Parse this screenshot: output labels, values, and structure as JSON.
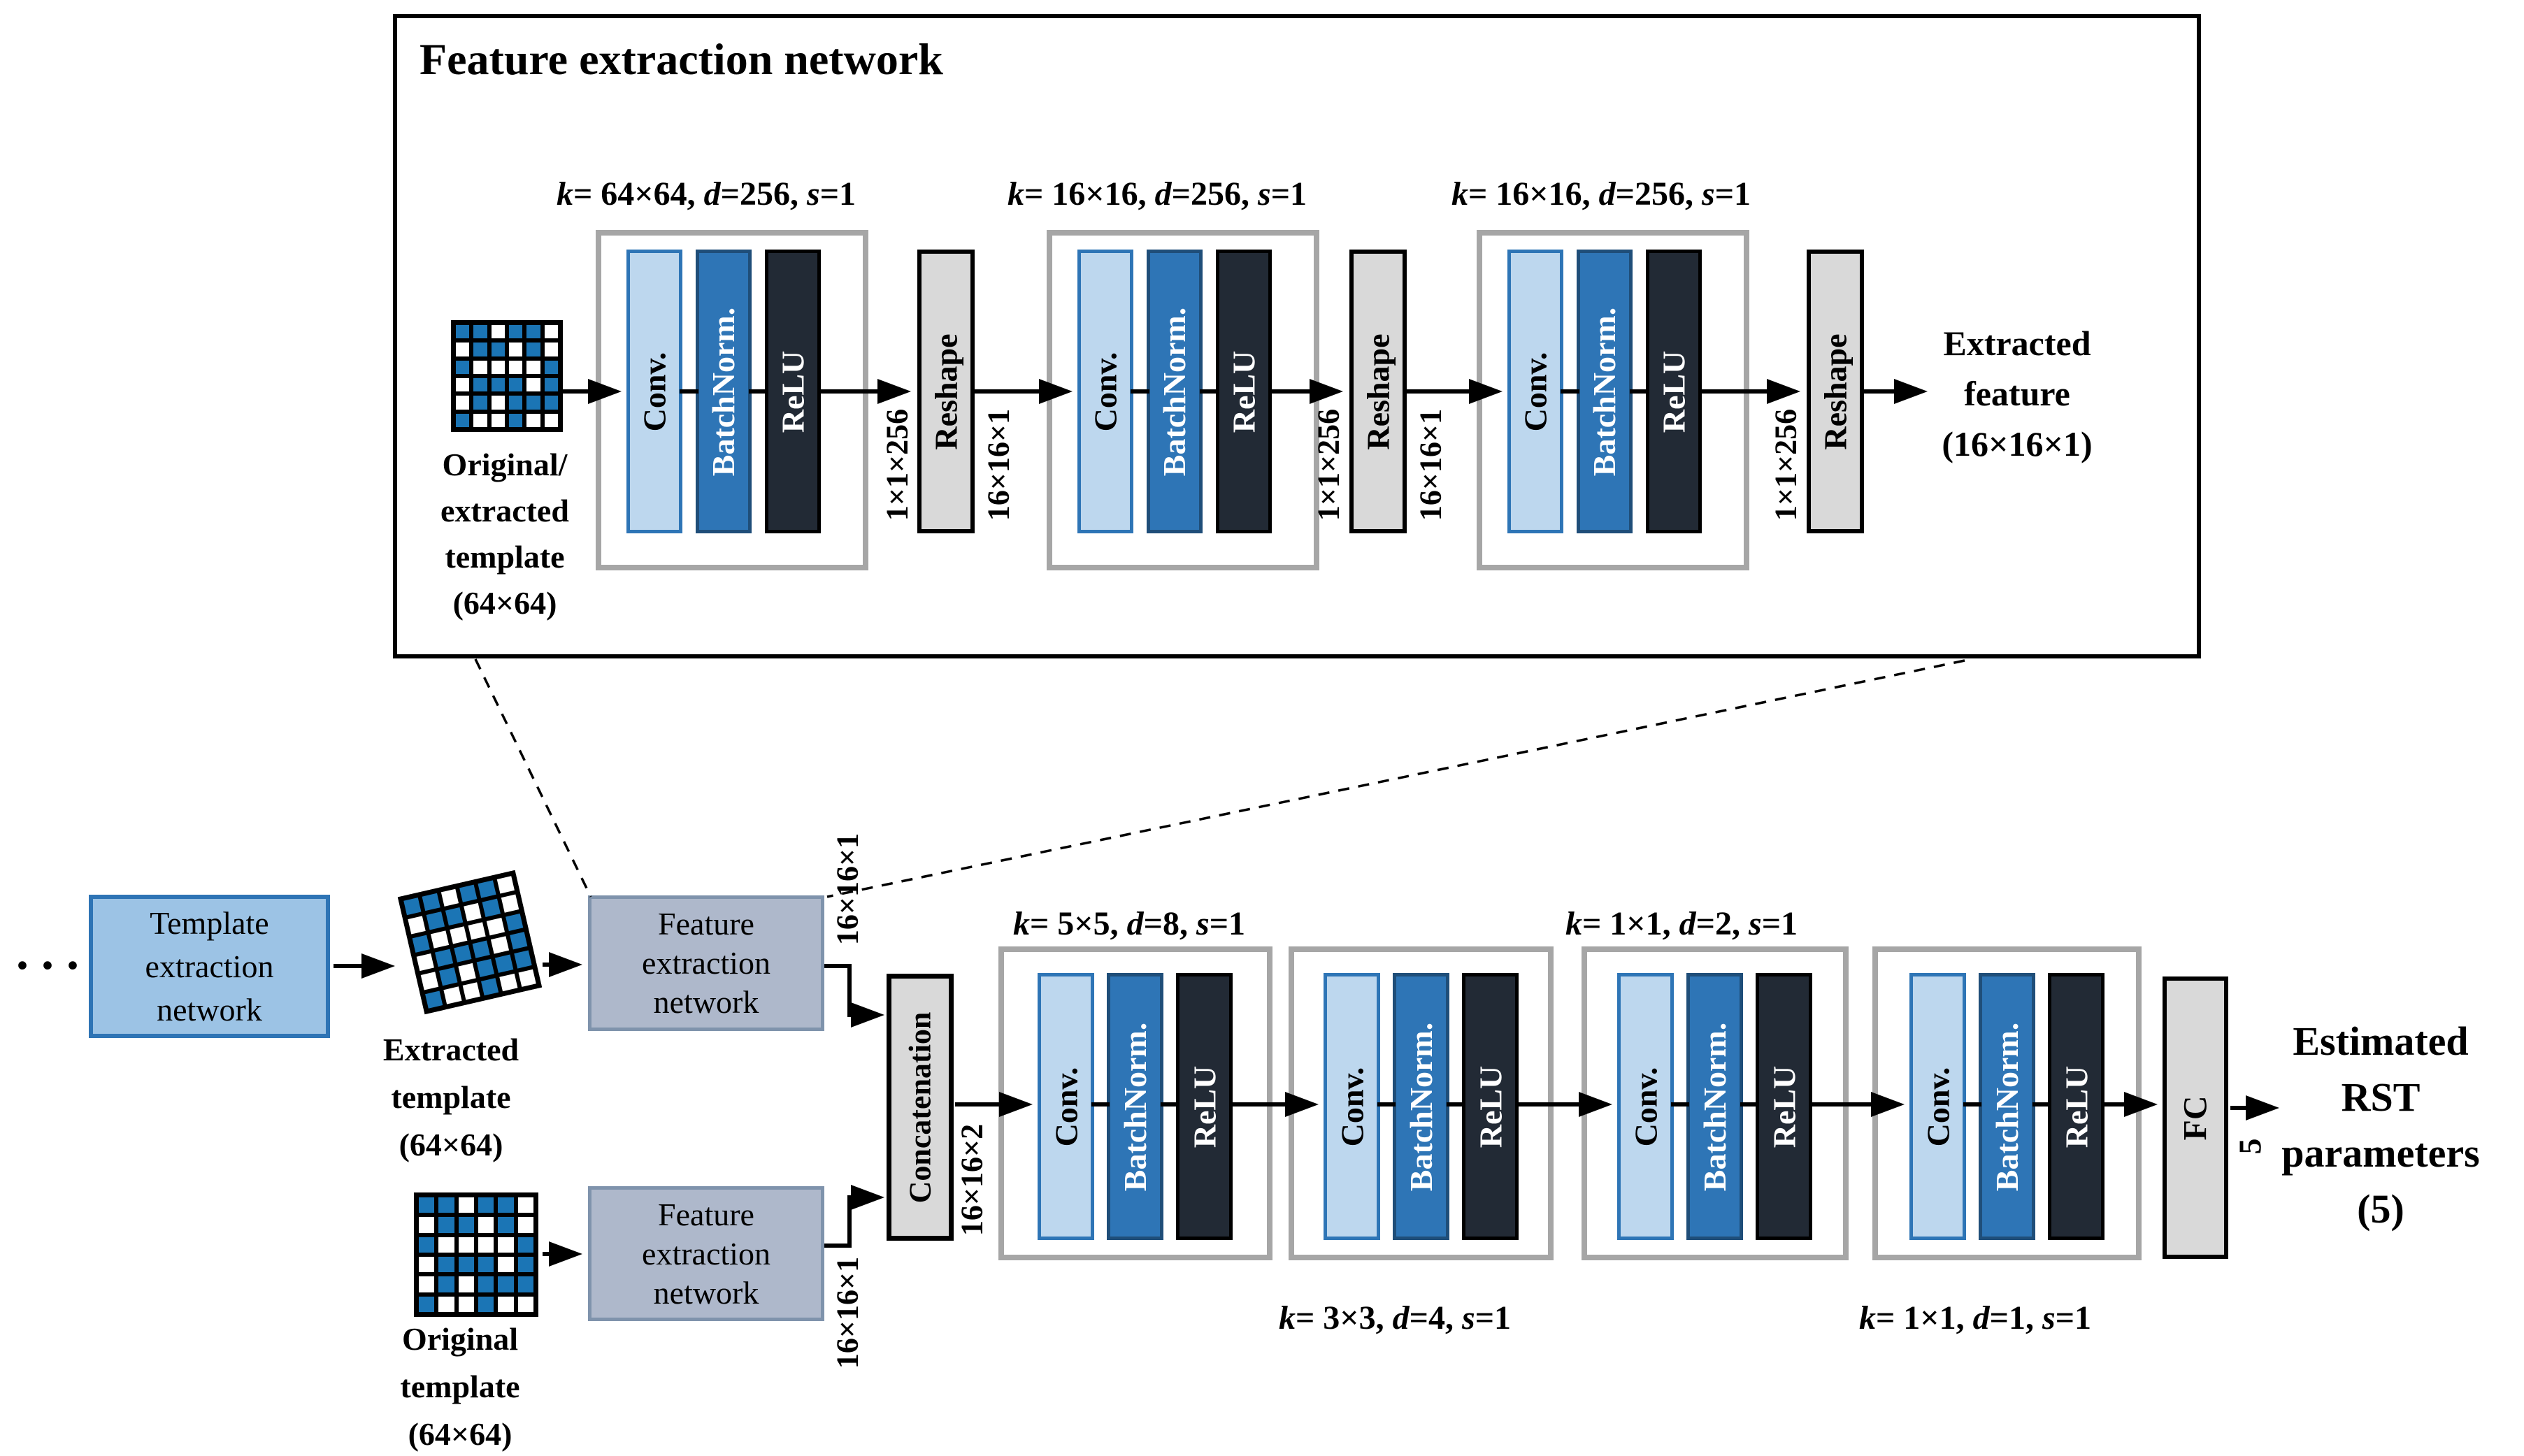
{
  "colors": {
    "conv_fill": "#BDD7EE",
    "conv_border": "#2E75B6",
    "bn_fill": "#2E75B6",
    "bn_border": "#1F4E79",
    "relu_fill": "#222A35",
    "relu_border": "#000000",
    "op_fill": "#D9D9D9",
    "op_border": "#000000",
    "group_border": "#A6A6A6",
    "ten_fill": "#9CC3E5",
    "ten_border": "#2E74B5",
    "fen_fill": "#AEB8CB",
    "fen_border": "#7F93AC",
    "grid_blue": "#1B75B5"
  },
  "block_labels": {
    "conv": "Conv.",
    "batchnorm": "BatchNorm.",
    "relu": "ReLU"
  },
  "top_panel": {
    "title": "Feature extraction network",
    "input_caption": [
      "Original/",
      "extracted",
      "template",
      "(64×64)"
    ],
    "conv_groups": [
      {
        "params": "k= 64×64, d=256,  s=1"
      },
      {
        "params": "k= 16×16, d=256,  s=1"
      },
      {
        "params": "k= 16×16, d=256,  s=1"
      }
    ],
    "reshape": "Reshape",
    "dim_after_conv_group": "1×1×256",
    "dim_after_reshape": "16×16×1",
    "output_caption": [
      "Extracted",
      "feature",
      "(16×16×1)"
    ]
  },
  "pipeline": {
    "ellipsis": "···",
    "template_extraction_network": [
      "Template",
      "extraction",
      "network"
    ],
    "extracted_template_caption": [
      "Extracted",
      "template",
      "(64×64)"
    ],
    "original_template_caption": [
      "Original",
      "template",
      "(64×64)"
    ],
    "feature_extraction_network": [
      "Feature",
      "extraction",
      "network"
    ],
    "feature_dim": "16×16×1",
    "concatenation": "Concatenation",
    "concat_dim": "16×16×2",
    "conv_groups": [
      {
        "params": "k= 5×5, d=8,  s=1"
      },
      {
        "params": "k= 3×3, d=4,  s=1"
      },
      {
        "params": "k= 1×1, d=2,  s=1"
      },
      {
        "params": "k= 1×1, d=1,  s=1"
      }
    ],
    "fc": "FC",
    "fc_output_dim": "5",
    "output_caption": [
      "Estimated",
      "RST",
      "parameters",
      "(5)"
    ]
  },
  "template_grid": {
    "pattern": [
      "BBWBBW",
      "WBBWBW",
      "BWWWWB",
      "WBBBWB",
      "WBWBBB",
      "BWWBWW"
    ]
  }
}
